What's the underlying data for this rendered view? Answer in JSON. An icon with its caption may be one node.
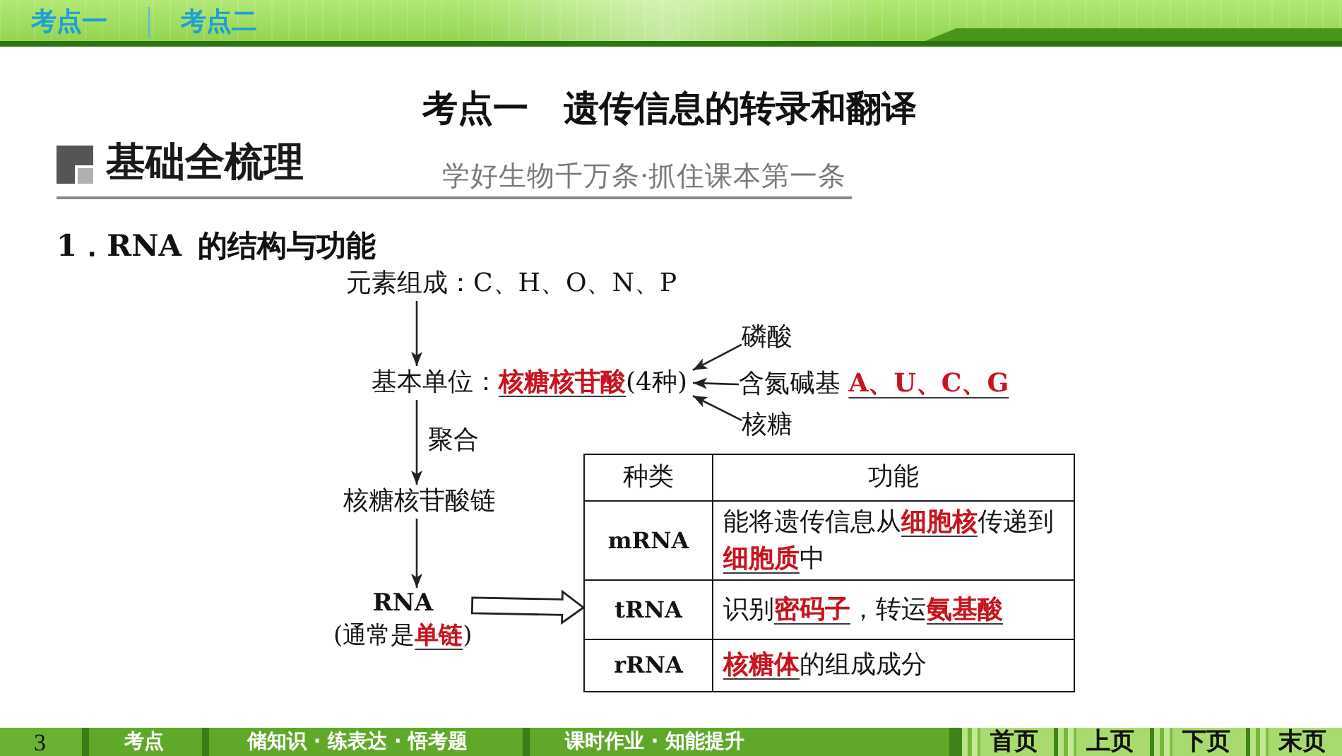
{
  "diagram": {
    "title": "考点一　遗传信息的转录和翻译",
    "nodes": [
      {
        "text": [
          "元素组成：C、H、O、N、P"
        ]
      },
      {
        "text": [
          "基本单位：**核糖核苷酸**(4种)"
        ]
      },
      {
        "text": [
          "磷酸"
        ]
      },
      {
        "text": [
          "含氮碱基 **A、U、C、G**"
        ]
      },
      {
        "text": [
          "核糖"
        ]
      },
      {
        "text": [
          "核糖核苷酸链"
        ]
      },
      {
        "text": [
          "RNA",
          "(通常是**单链**)"
        ]
      },
      {
        "text": [
          "种类",
          "功能",
          "mRNA",
          "能将遗传信息从**细胞核**传递到**细胞质**中",
          "tRNA",
          "识别**密码子**，转运**氨基酸**",
          "rRNA",
          "**核糖体**的组成成分"
        ]
      }
    ],
    "edges": [
      {
        "from": 0,
        "to": 1,
        "arrow": "to"
      },
      {
        "from": 1,
        "to": 5,
        "arrow": "to",
        "label": "聚合"
      },
      {
        "from": 5,
        "to": 6,
        "arrow": "to"
      },
      {
        "from": 2,
        "to": 1,
        "arrow": "to"
      },
      {
        "from": 3,
        "to": 1,
        "arrow": "to"
      },
      {
        "from": 4,
        "to": 1,
        "arrow": "to"
      },
      {
        "from": 6,
        "to": 7,
        "arrow": "to",
        "style": "thick"
      }
    ],
    "labels": [
      "考点一",
      "考点二",
      "基础全梳理",
      "学好生物千万条·抓住课本第一条",
      "1．RNA 的结构与功能",
      "3",
      "考点",
      "储知识 · 练表达 · 悟考题",
      "课时作业 · 知能提升",
      "首页",
      "上页",
      "下页",
      "末页"
    ]
  }
}
